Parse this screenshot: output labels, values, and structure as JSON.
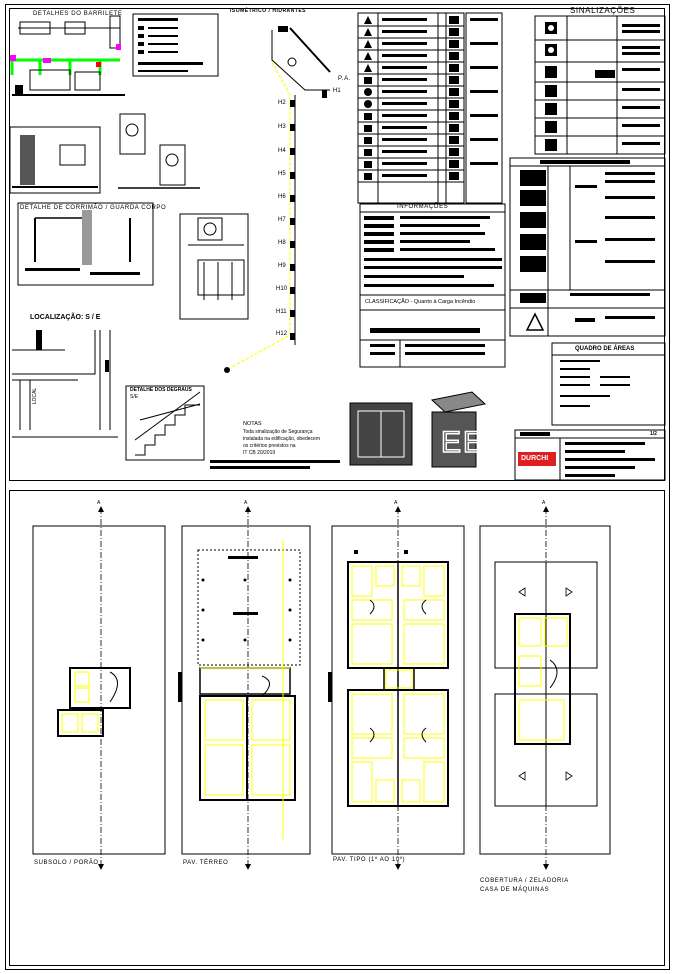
{
  "sheet": {
    "detail_barrilete": "DETALHES DO BARRILETE",
    "isometric_title": "ISOMÉTRICO / HIDRANTES",
    "pa_label": "P.A.",
    "hydrants": [
      "H1",
      "H2",
      "H3",
      "H4",
      "H5",
      "H6",
      "H7",
      "H8",
      "H9",
      "H10",
      "H11",
      "H12"
    ],
    "detail_handrail": "DETALHE DE CORRIMÃO / GUARDA CORPO",
    "location": "LOCALIZAÇÃO: S / E",
    "local_label": "LOCAL",
    "stair_detail": "DETALHE DOS DEGRAUS",
    "stair_scale": "S/E",
    "info_title": "INFORMAÇÕES",
    "classification": "CLASSIFICAÇÃO - Quanto à Carga Incêndio",
    "signs_title": "SINALIZAÇÕES",
    "areas_title": "QUADRO DE ÁREAS",
    "notes_title": "NOTAS",
    "notes_text": [
      "Toda sinalização de Segurança",
      "instalada na edificação, obedecem",
      "os critérios previstos na",
      "IT CB 20/2019"
    ],
    "sheet_number": "1/2",
    "company": "DURCHI"
  },
  "plans": [
    {
      "label": "SUBSOLO / PORÃO"
    },
    {
      "label": "PAV. TÉRREO"
    },
    {
      "label": "PAV. TIPO (1º AO 10º)"
    },
    {
      "label": "COBERTURA / ZELADORIA",
      "label2": "CASA DE MÁQUINAS"
    }
  ],
  "section_marker": "A",
  "colors": {
    "line": "#000000",
    "highlight": "#ffff00",
    "pipe_green": "#00ff00",
    "accent_magenta": "#ff00ff",
    "red": "#ff0000",
    "logo_bg": "#e02020"
  }
}
